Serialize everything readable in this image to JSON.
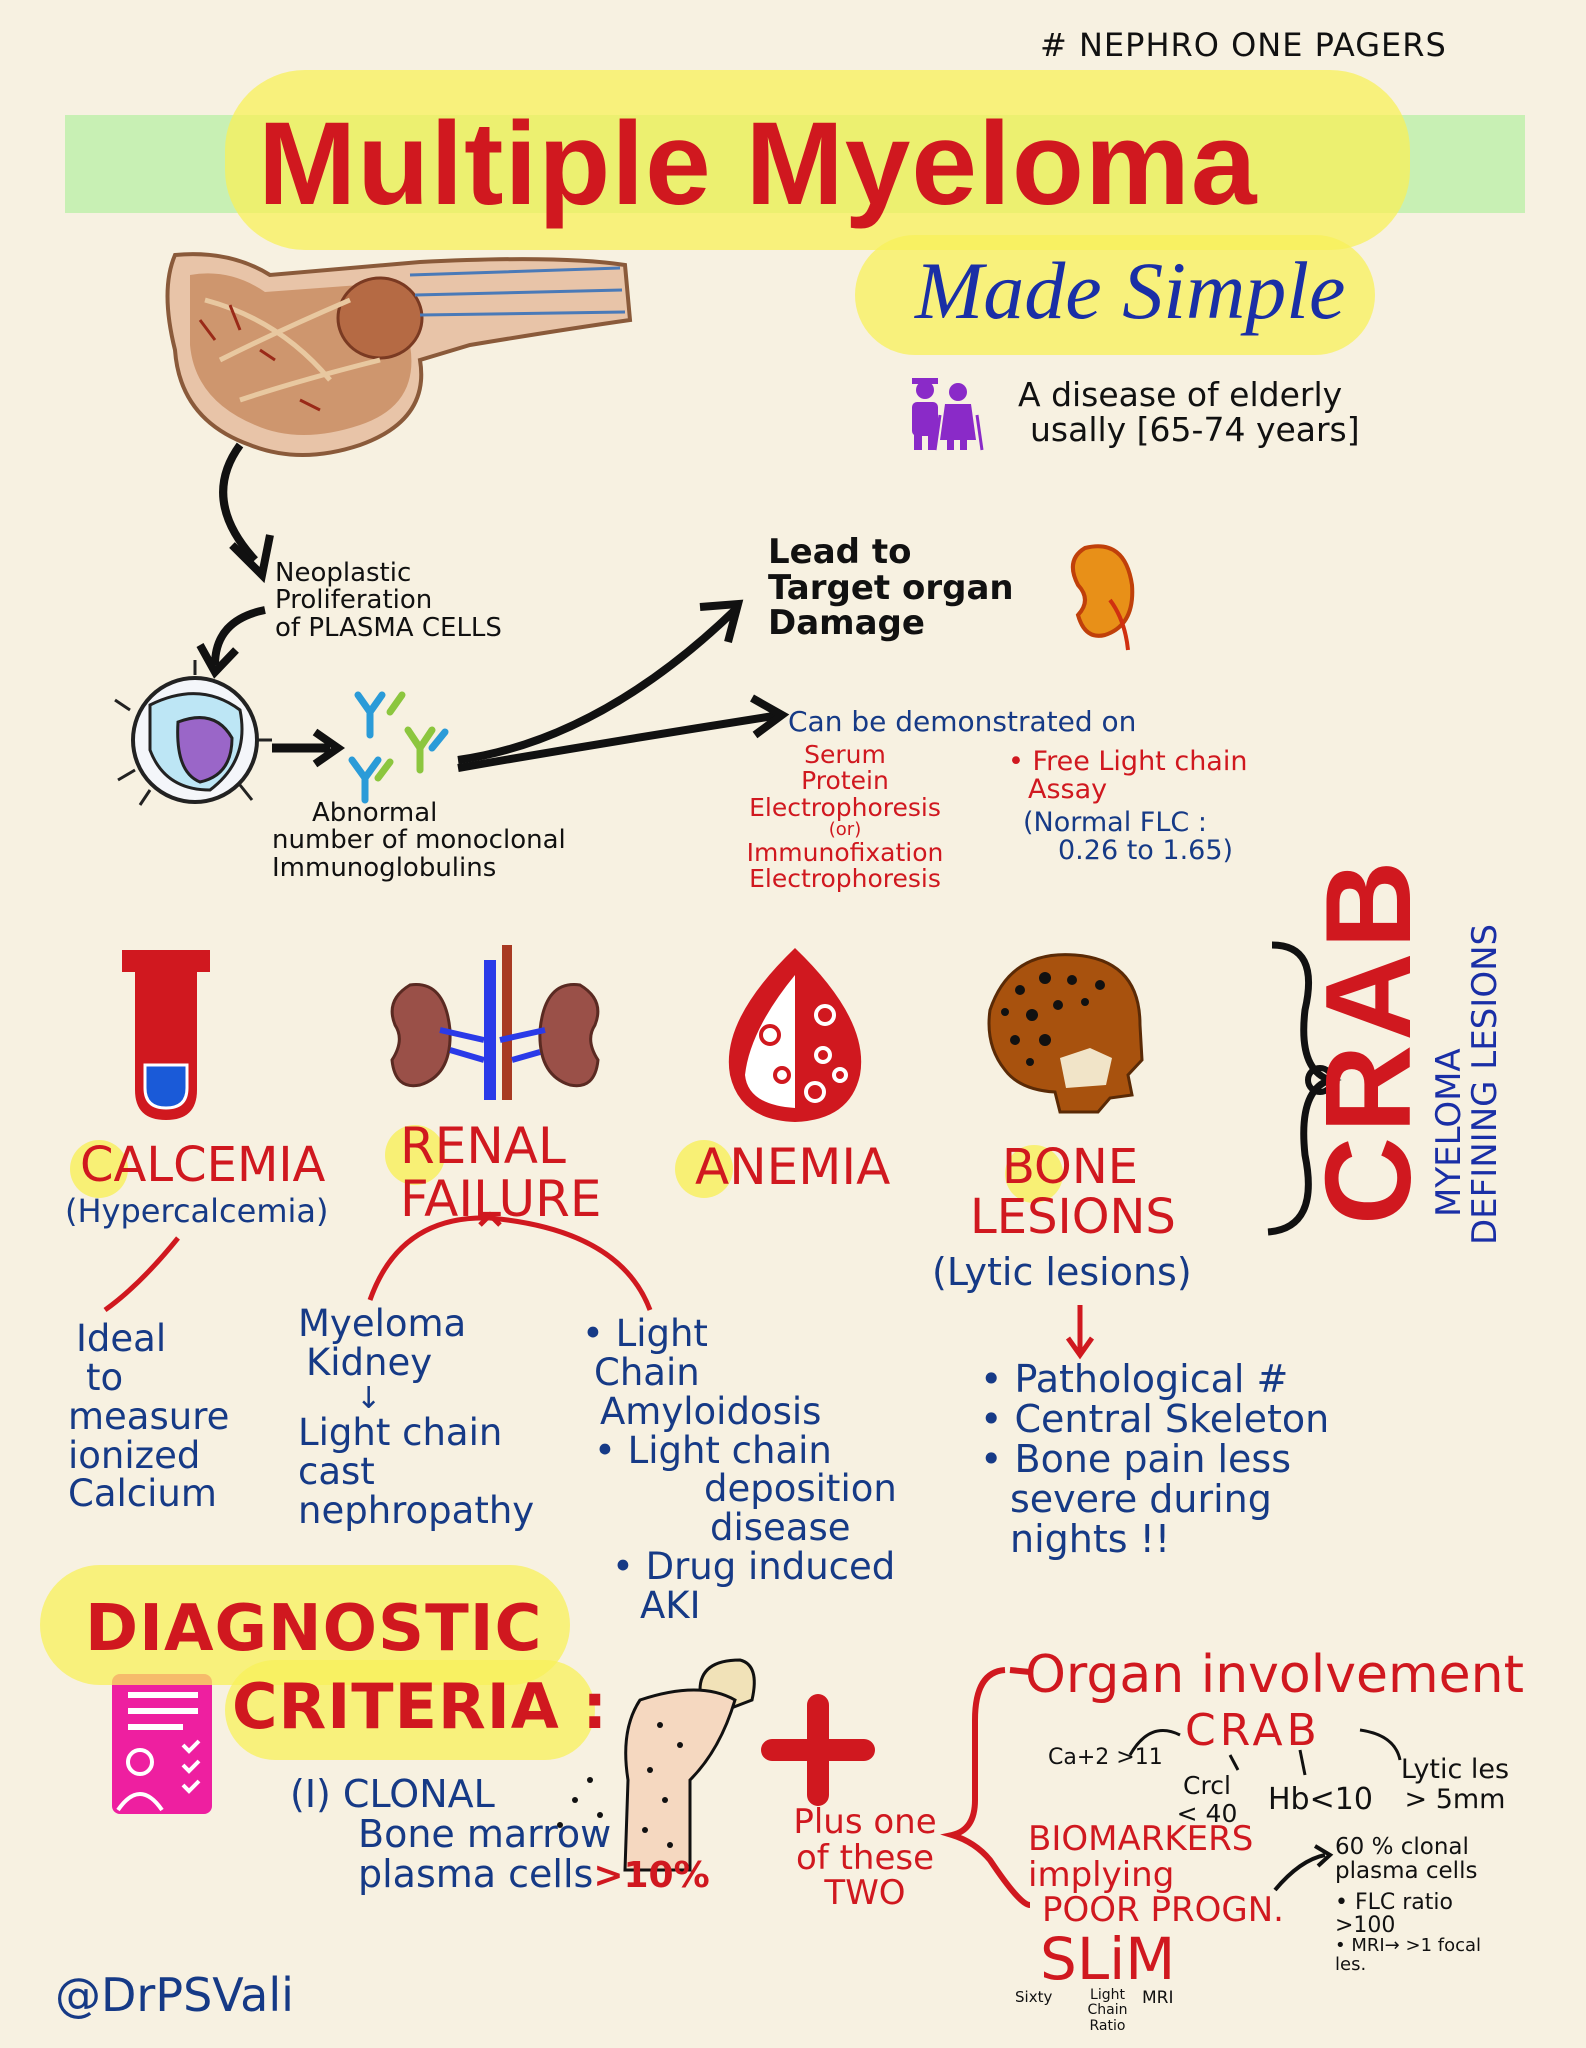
{
  "hashtag": "# NEPHRO ONE PAGERS",
  "title": "Multiple Myeloma",
  "subtitle": "Made Simple",
  "elderly_note": [
    "A disease of elderly",
    "usally [65-74 years]"
  ],
  "flow": {
    "step1": [
      "Neoplastic",
      "Proliferation",
      "of PLASMA CELLS"
    ],
    "step2": [
      "Abnormal",
      "number of monoclonal",
      "Immunoglobulins"
    ],
    "lead_to": [
      "Lead to",
      "Target organ",
      "Damage"
    ],
    "demonstrated": "Can be demonstrated on",
    "tests_left": [
      "Serum",
      "Protein",
      "Electrophoresis",
      "(or)",
      "Immunofixation",
      "Electrophoresis"
    ],
    "tests_right": [
      "• Free Light chain",
      "Assay",
      "(Normal FLC :",
      "0.26 to 1.65)"
    ]
  },
  "crab": {
    "word": "CRAB",
    "side_label": [
      "MYELOMA",
      "DEFINING LESIONS"
    ],
    "items": [
      {
        "first": "C",
        "rest": "ALCEMIA",
        "sub": "(Hypercalcemia)",
        "detail": [
          "Ideal",
          "to",
          "measure",
          "ionized",
          "Calcium"
        ]
      },
      {
        "first": "R",
        "rest": "ENAL",
        "line2": "FAILURE"
      },
      {
        "first": "A",
        "rest": "NEMIA"
      },
      {
        "first": "B",
        "rest": "ONE",
        "line2": "LESIONS",
        "sub": "(Lytic lesions)",
        "detail": [
          "• Pathological #",
          "• Central Skeleton",
          "• Bone pain less",
          "severe during",
          "nights !!"
        ]
      }
    ],
    "renal_left": [
      "Myeloma",
      "Kidney",
      "↓",
      "Light chain",
      "cast",
      "nephropathy"
    ],
    "renal_right": [
      "• Light",
      "Chain",
      "Amyloidosis",
      "• Light chain",
      "deposition",
      "disease",
      "• Drug induced",
      "AKI"
    ]
  },
  "diagnostic": {
    "title1": "DIAGNOSTIC",
    "title2": "CRITERIA :",
    "clonal": [
      "(I) CLONAL",
      "Bone marrow",
      "plasma cells"
    ],
    "clonal_value": ">10%",
    "plus_label": [
      "Plus one",
      "of these",
      "TWO"
    ],
    "organ_title": "Organ involvement",
    "organ_crab": "CRAB",
    "organ_items": [
      "Ca+2 >11",
      "Crcl < 40",
      "Hb<10",
      "Lytic les > 5mm"
    ],
    "biomarkers": [
      "BIOMARKERS",
      "implying",
      "POOR PROGN."
    ],
    "bio_items": [
      "60 % clonal plasma cells",
      "• FLC ratio >100",
      "• MRI→ >1 focal les."
    ],
    "slim": "SLiM",
    "slim_sub": [
      "Sixty",
      "Light Chain Ratio",
      "MRI"
    ]
  },
  "author": "@DrPSVali",
  "colors": {
    "red": "#d0181f",
    "navy": "#163a86",
    "blue": "#1a2fa6",
    "highlight": "#f8f05a",
    "green": "#c8f0b4",
    "magenta": "#ee1fa0",
    "orange": "#e07914"
  }
}
